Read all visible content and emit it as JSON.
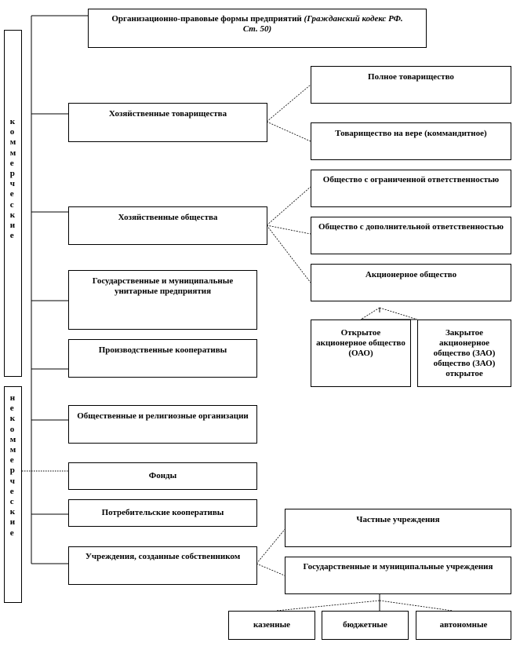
{
  "title": {
    "main": "Организационно-правовые формы предприятий",
    "source": "(Гражданский кодекс РФ. Ст. 50)"
  },
  "groups": {
    "commercial": "коммерческие",
    "noncommercial": "некоммерческие"
  },
  "commercial": {
    "partnerships": {
      "label": "Хозяйственные товарищества",
      "children": [
        "Полное товарищество",
        "Товарищество на вере (коммандитное)"
      ]
    },
    "societies": {
      "label": "Хозяйственные общества",
      "children": [
        "Общество с ограниченной ответственностью",
        "Общество с дополнительной ответственностью",
        "Акционерное общество"
      ]
    },
    "joint_stock": {
      "open": "Открытое акционерное общество (ОАО)",
      "closed": "Закрытое акционерное общество (ЗАО) общество (ЗАО) открытое"
    },
    "unitary": "Государственные и муниципальные унитарные предприятия",
    "production_coops": "Производственные кооперативы"
  },
  "noncommercial": {
    "public_religious": "Общественные и религиозные организации",
    "funds": "Фонды",
    "consumer_coops": "Потребительские кооперативы",
    "institutions": {
      "label": "Учреждения, созданные собственником",
      "children": [
        "Частные учреждения",
        "Государственные и муниципальные учреждения"
      ]
    },
    "state_types": [
      "казенные",
      "бюджетные",
      "автономные"
    ]
  }
}
